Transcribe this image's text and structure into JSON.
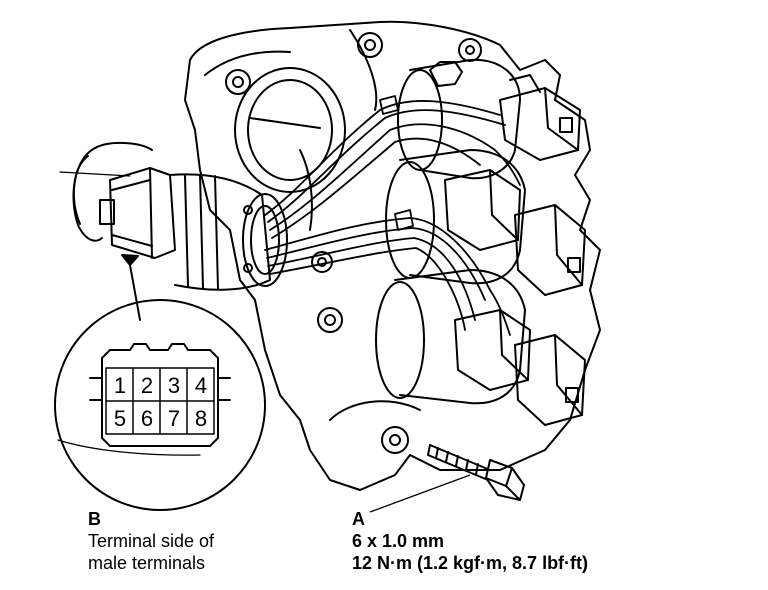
{
  "connector_terminals": [
    "1",
    "2",
    "3",
    "4",
    "5",
    "6",
    "7",
    "8"
  ],
  "callout_b": {
    "letter": "B",
    "line1": "Terminal side of",
    "line2": "male terminals"
  },
  "callout_a": {
    "letter": "A",
    "line1": "6 x 1.0 mm",
    "line2": "12 N·m (1.2 kgf·m, 8.7 lbf·ft)"
  },
  "colors": {
    "ink": "#000000",
    "paper": "#ffffff"
  }
}
